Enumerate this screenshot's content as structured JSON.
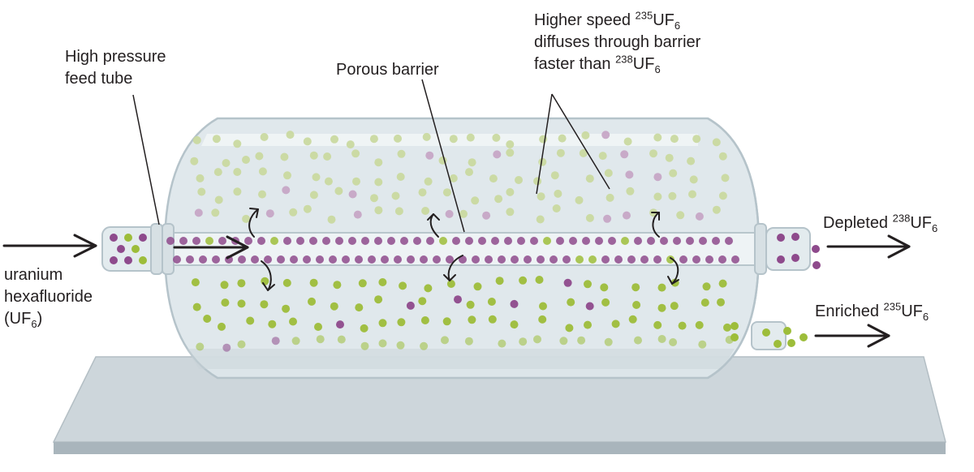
{
  "labels": {
    "feed_tube": [
      "High pressure",
      "feed tube"
    ],
    "porous_barrier": "Porous barrier",
    "higher_speed": {
      "line1_pre": "Higher speed ",
      "line1_sup": "235",
      "line1_mid": "UF",
      "line1_sub": "6",
      "line2": "diffuses through barrier",
      "line3_pre": "faster than ",
      "line3_sup": "238",
      "line3_mid": "UF",
      "line3_sub": "6"
    },
    "input": {
      "line1": "uranium",
      "line2": "hexafluoride",
      "line3_pre": "(UF",
      "line3_sub": "6",
      "line3_post": ")"
    },
    "depleted": {
      "pre": "Depleted ",
      "sup": "238",
      "mid": "UF",
      "sub": "6"
    },
    "enriched": {
      "pre": "Enriched ",
      "sup": "235",
      "mid": "UF",
      "sub": "6"
    }
  },
  "colors": {
    "u235_molecule": "#9dbd3a",
    "u238_molecule": "#8e4a8c",
    "u235_faint": "#c9d9a0",
    "u238_faint": "#c6a6c6",
    "vessel_fill": "#dde6ea",
    "vessel_stroke": "#b5c3ca",
    "tube_fill": "#eef3f5",
    "platform_top": "#cdd6db",
    "platform_side": "#a9b5bc",
    "arrow": "#231f20"
  }
}
